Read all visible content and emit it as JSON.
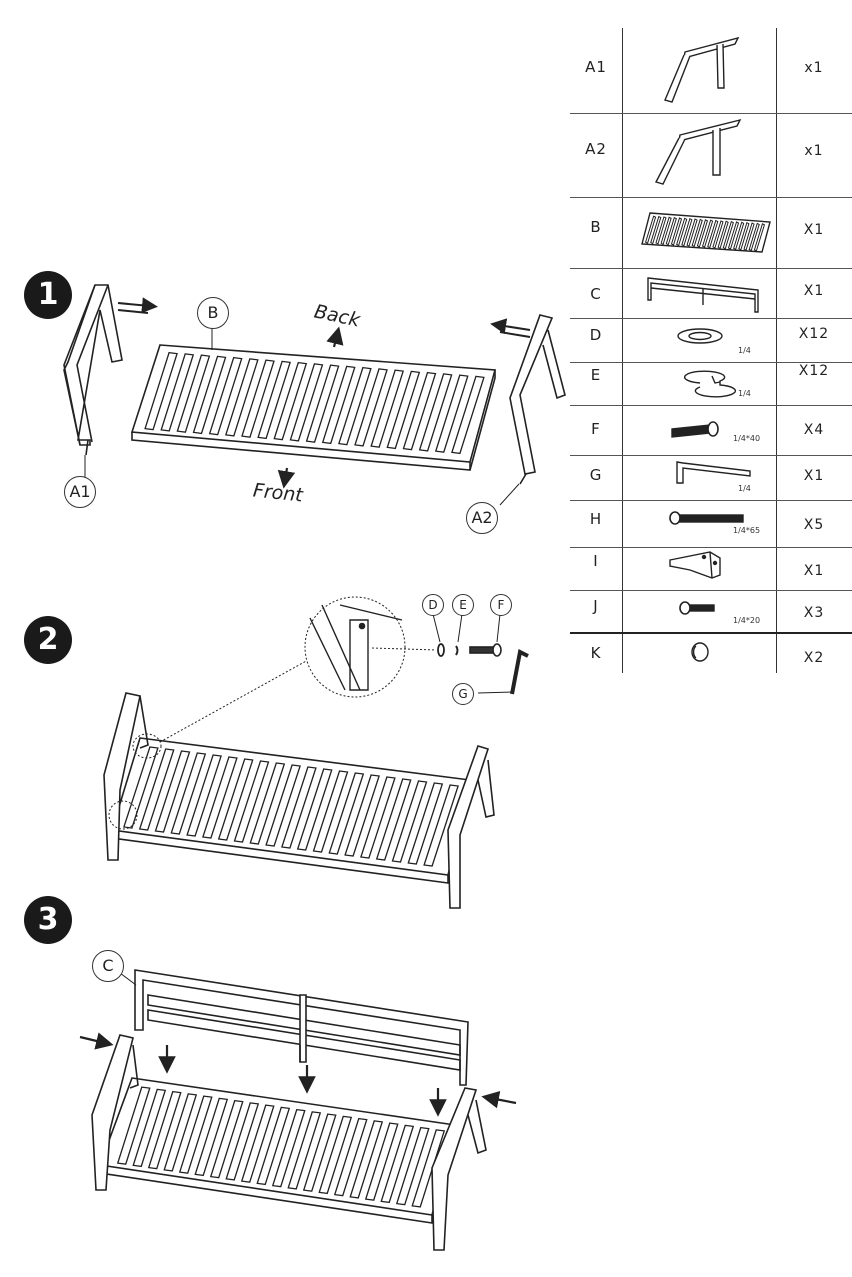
{
  "steps": {
    "one": "1",
    "two": "2",
    "three": "3"
  },
  "labels": {
    "back": "Back",
    "front": "Front",
    "a1": "A1",
    "a2": "A2",
    "b": "B",
    "c": "C",
    "d": "D",
    "e": "E",
    "f": "F",
    "g": "G"
  },
  "parts": [
    {
      "id": "A1",
      "qty": "x1",
      "size": ""
    },
    {
      "id": "A2",
      "qty": "x1",
      "size": ""
    },
    {
      "id": "B",
      "qty": "X1",
      "size": ""
    },
    {
      "id": "C",
      "qty": "X1",
      "size": ""
    },
    {
      "id": "D",
      "qty": "X12",
      "size": "1/4"
    },
    {
      "id": "E",
      "qty": "X12",
      "size": "1/4"
    },
    {
      "id": "F",
      "qty": "X4",
      "size": "1/4*40"
    },
    {
      "id": "G",
      "qty": "X1",
      "size": "1/4"
    },
    {
      "id": "H",
      "qty": "X5",
      "size": "1/4*65"
    },
    {
      "id": "I",
      "qty": "X1",
      "size": ""
    },
    {
      "id": "J",
      "qty": "X3",
      "size": "1/4*20"
    },
    {
      "id": "K",
      "qty": "X2",
      "size": ""
    }
  ],
  "icons": {
    "step1": "bench-seat-with-side-frames",
    "step2": "bench-bolt-detail",
    "step3": "bench-backrest-attach"
  }
}
